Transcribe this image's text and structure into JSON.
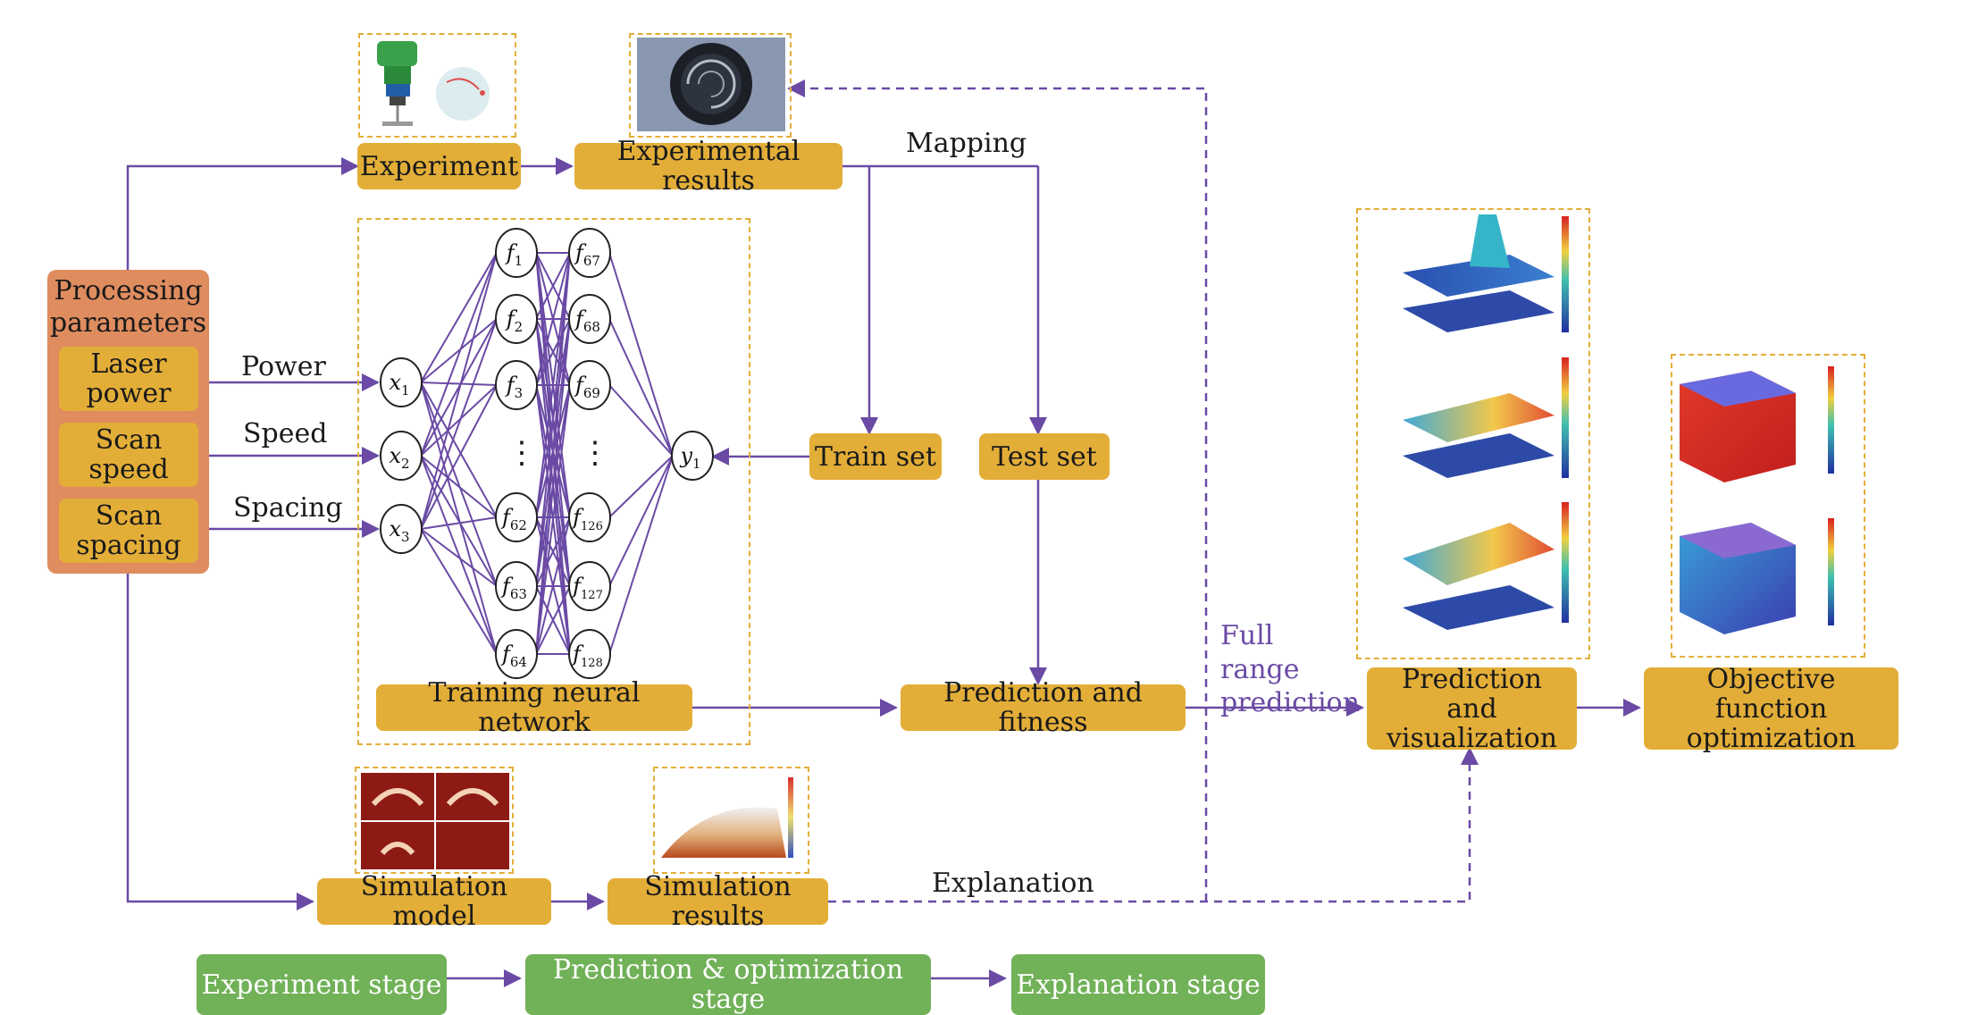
{
  "processing": {
    "title": "Processing parameters",
    "items": [
      "Laser power",
      "Scan speed",
      "Scan spacing"
    ]
  },
  "inputs": {
    "power_label": "Power",
    "speed_label": "Speed",
    "spacing_label": "Spacing"
  },
  "experiment": {
    "experiment": "Experiment",
    "results": "Experimental results",
    "mapping": "Mapping"
  },
  "network": {
    "training": "Training neural network",
    "input_nodes": [
      "x1",
      "x2",
      "x3"
    ],
    "hidden1": [
      "f1",
      "f2",
      "f3",
      "f62",
      "f63",
      "f64"
    ],
    "hidden2": [
      "f67",
      "f68",
      "f69",
      "f126",
      "f127",
      "f128"
    ],
    "output": "y1",
    "ellipsis": "⋮"
  },
  "sets": {
    "train": "Train set",
    "test": "Test set"
  },
  "prediction": {
    "fitness": "Prediction and fitness",
    "full_range": "Full range prediction",
    "visualization": "Prediction and visualization",
    "objective": "Objective function optimization"
  },
  "simulation": {
    "model": "Simulation model",
    "results": "Simulation results",
    "explanation": "Explanation"
  },
  "stages": [
    "Experiment stage",
    "Prediction & optimization stage",
    "Explanation stage"
  ],
  "colors": {
    "yellow_box": "#e3ae38",
    "orange_box": "#df8c5f",
    "green_box": "#71b158",
    "arrow": "#6a4aa4",
    "dashed_border": "#e3ae38"
  }
}
